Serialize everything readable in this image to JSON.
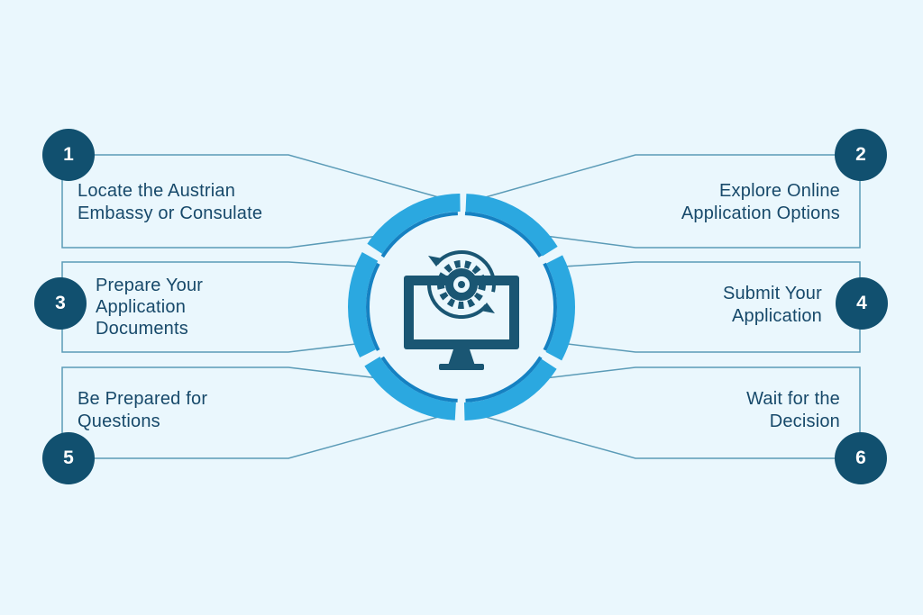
{
  "colors": {
    "background": "#eaf7fd",
    "badge": "#11506f",
    "ring_light": "#2ba8e0",
    "ring_dark": "#1581c2",
    "connector": "#5b9bb7",
    "icon": "#1a5673",
    "text": "#17496a"
  },
  "center_icon": "monitor-gear-sync-icon",
  "steps": [
    {
      "number": "1",
      "line1": "Locate the Austrian",
      "line2": "Embassy or Consulate",
      "line3": ""
    },
    {
      "number": "2",
      "line1": "Explore Online",
      "line2": "Application Options",
      "line3": ""
    },
    {
      "number": "3",
      "line1": "Prepare Your",
      "line2": "Application",
      "line3": "Documents"
    },
    {
      "number": "4",
      "line1": "Submit Your",
      "line2": "Application",
      "line3": ""
    },
    {
      "number": "5",
      "line1": "Be Prepared for",
      "line2": "Questions",
      "line3": ""
    },
    {
      "number": "6",
      "line1": "Wait for the",
      "line2": "Decision",
      "line3": ""
    }
  ]
}
